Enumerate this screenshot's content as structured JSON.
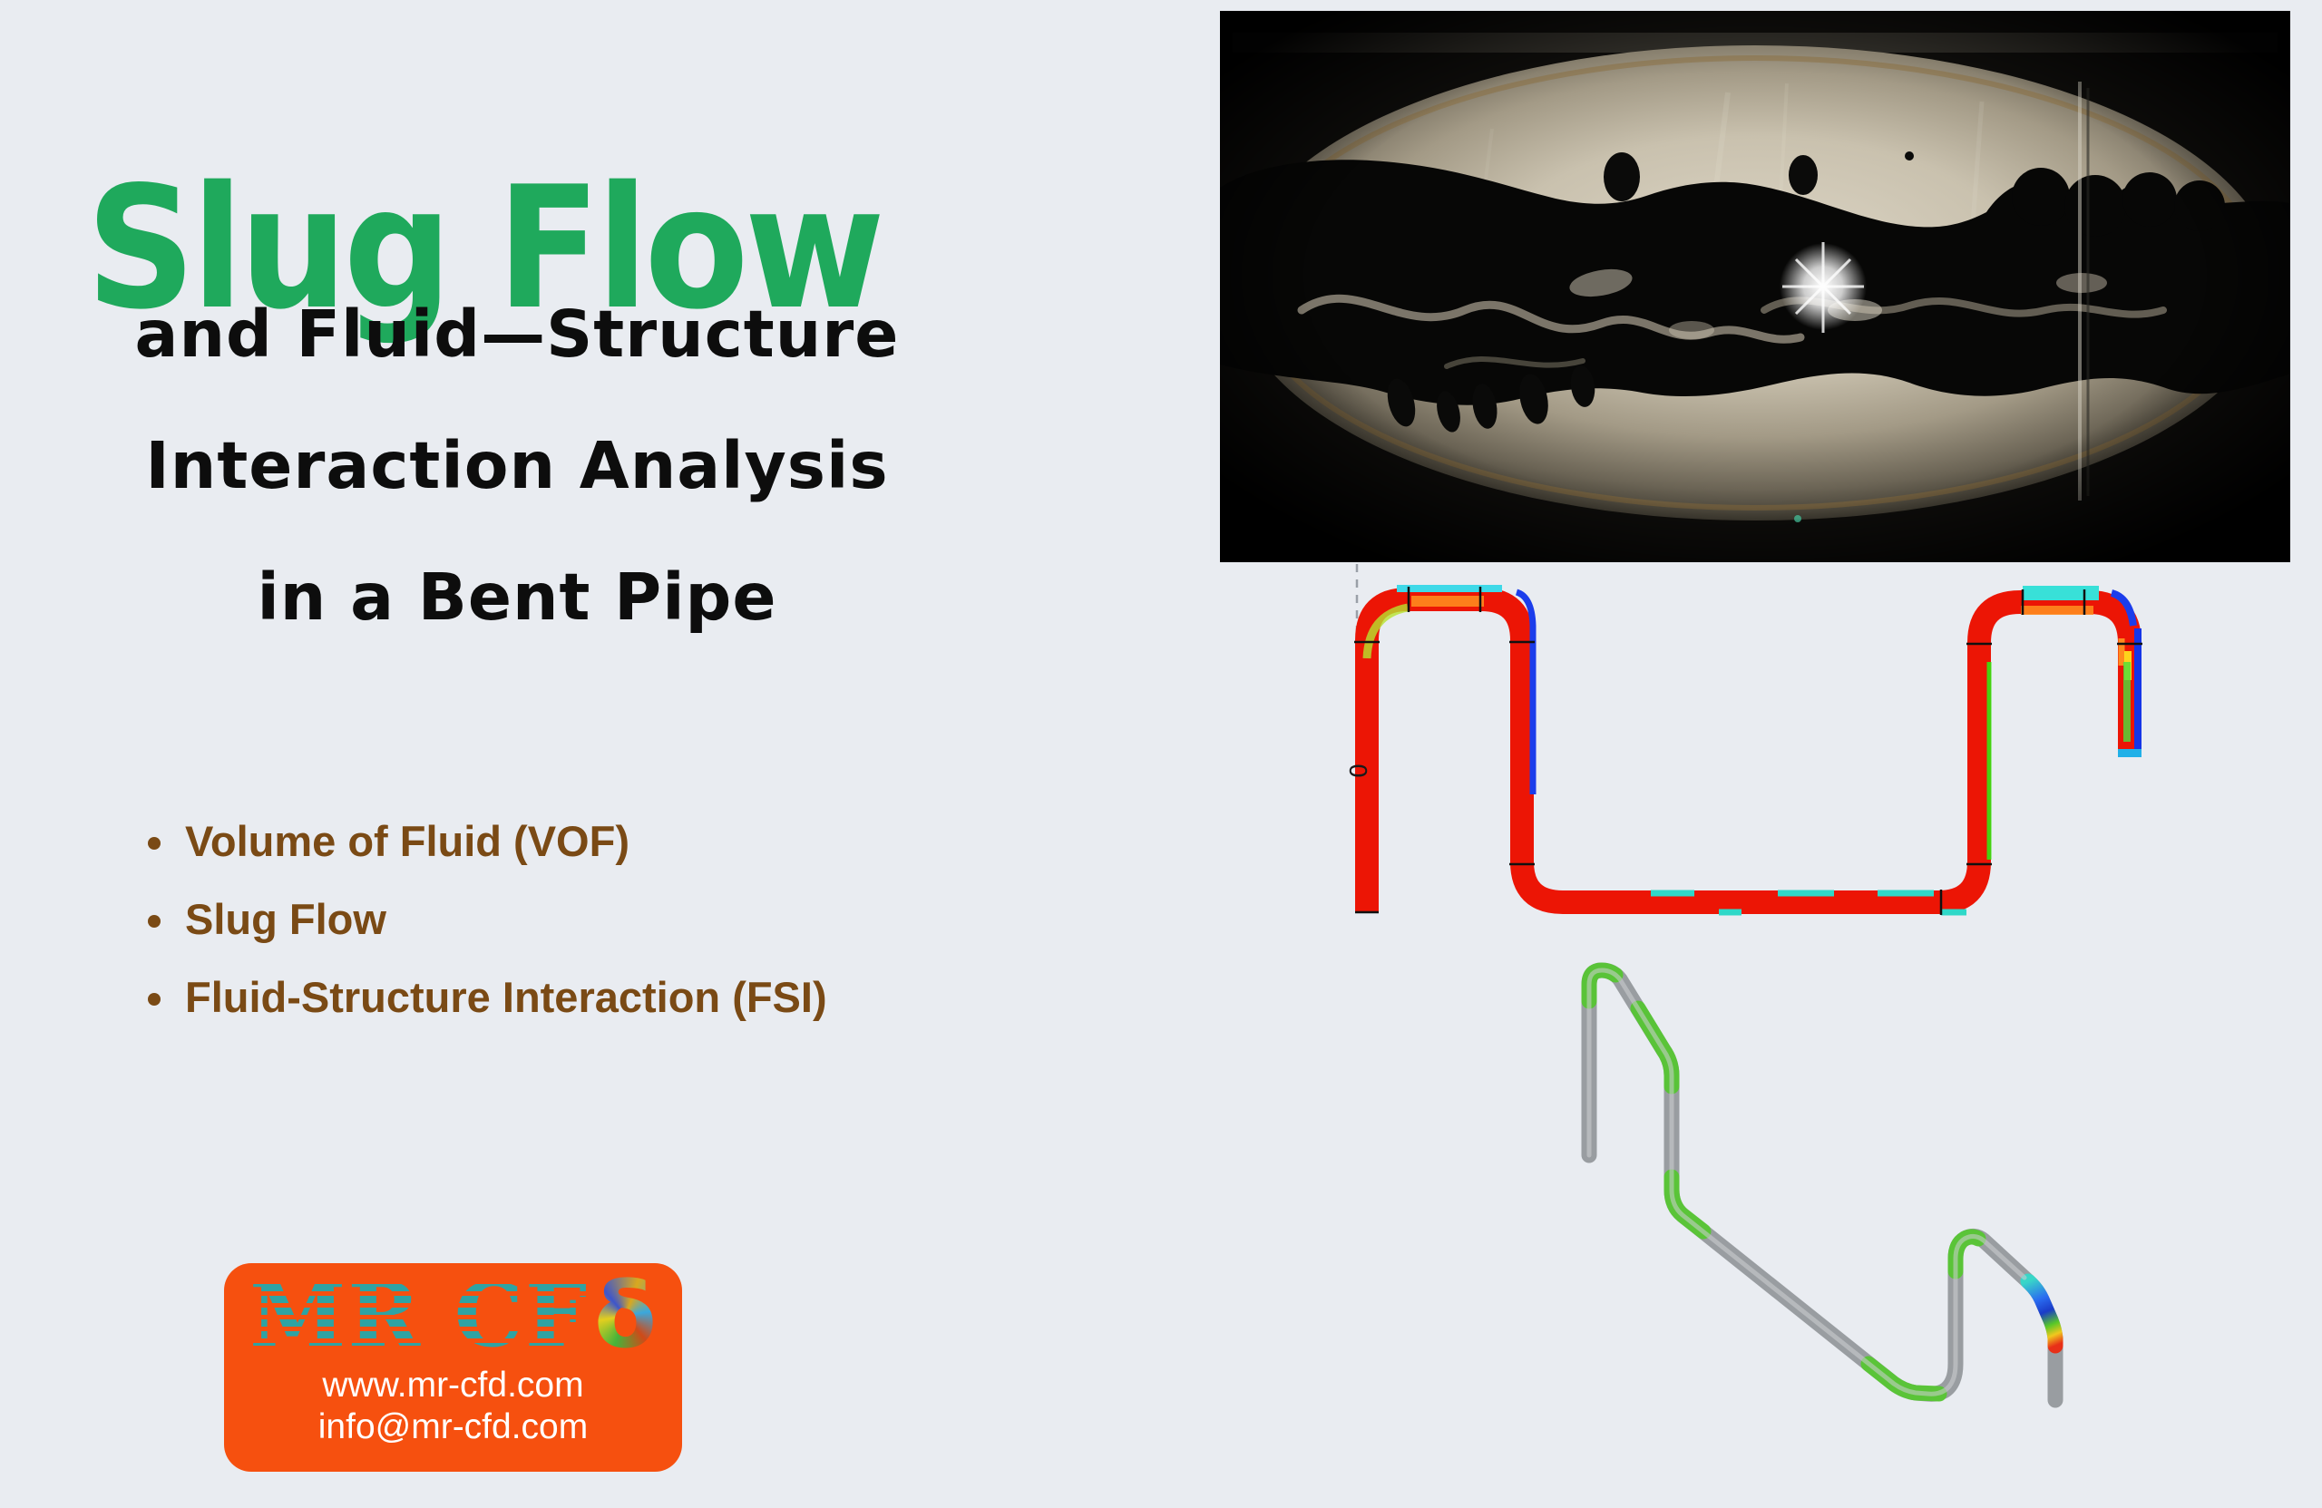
{
  "poster": {
    "background_color": "#e9ecf1",
    "title": "Slug Flow",
    "title_color": "#1fa95c",
    "subtitle_lines": [
      "and Fluid—Structure",
      "Interaction Analysis",
      "in a Bent Pipe"
    ],
    "bullet_color": "#7a4a15",
    "bullets": [
      "Volume of Fluid (VOF)",
      "Slug Flow",
      "Fluid-Structure Interaction (FSI)"
    ]
  },
  "logo": {
    "background_color": "#f6500f",
    "brand_prefix": "MR CF",
    "brand_delta": "δ",
    "brand_color": "#2fa3a3",
    "website": "www.mr-cfd.com",
    "email": "info@mr-cfd.com"
  },
  "figures": {
    "contour_axis_label": "0"
  }
}
